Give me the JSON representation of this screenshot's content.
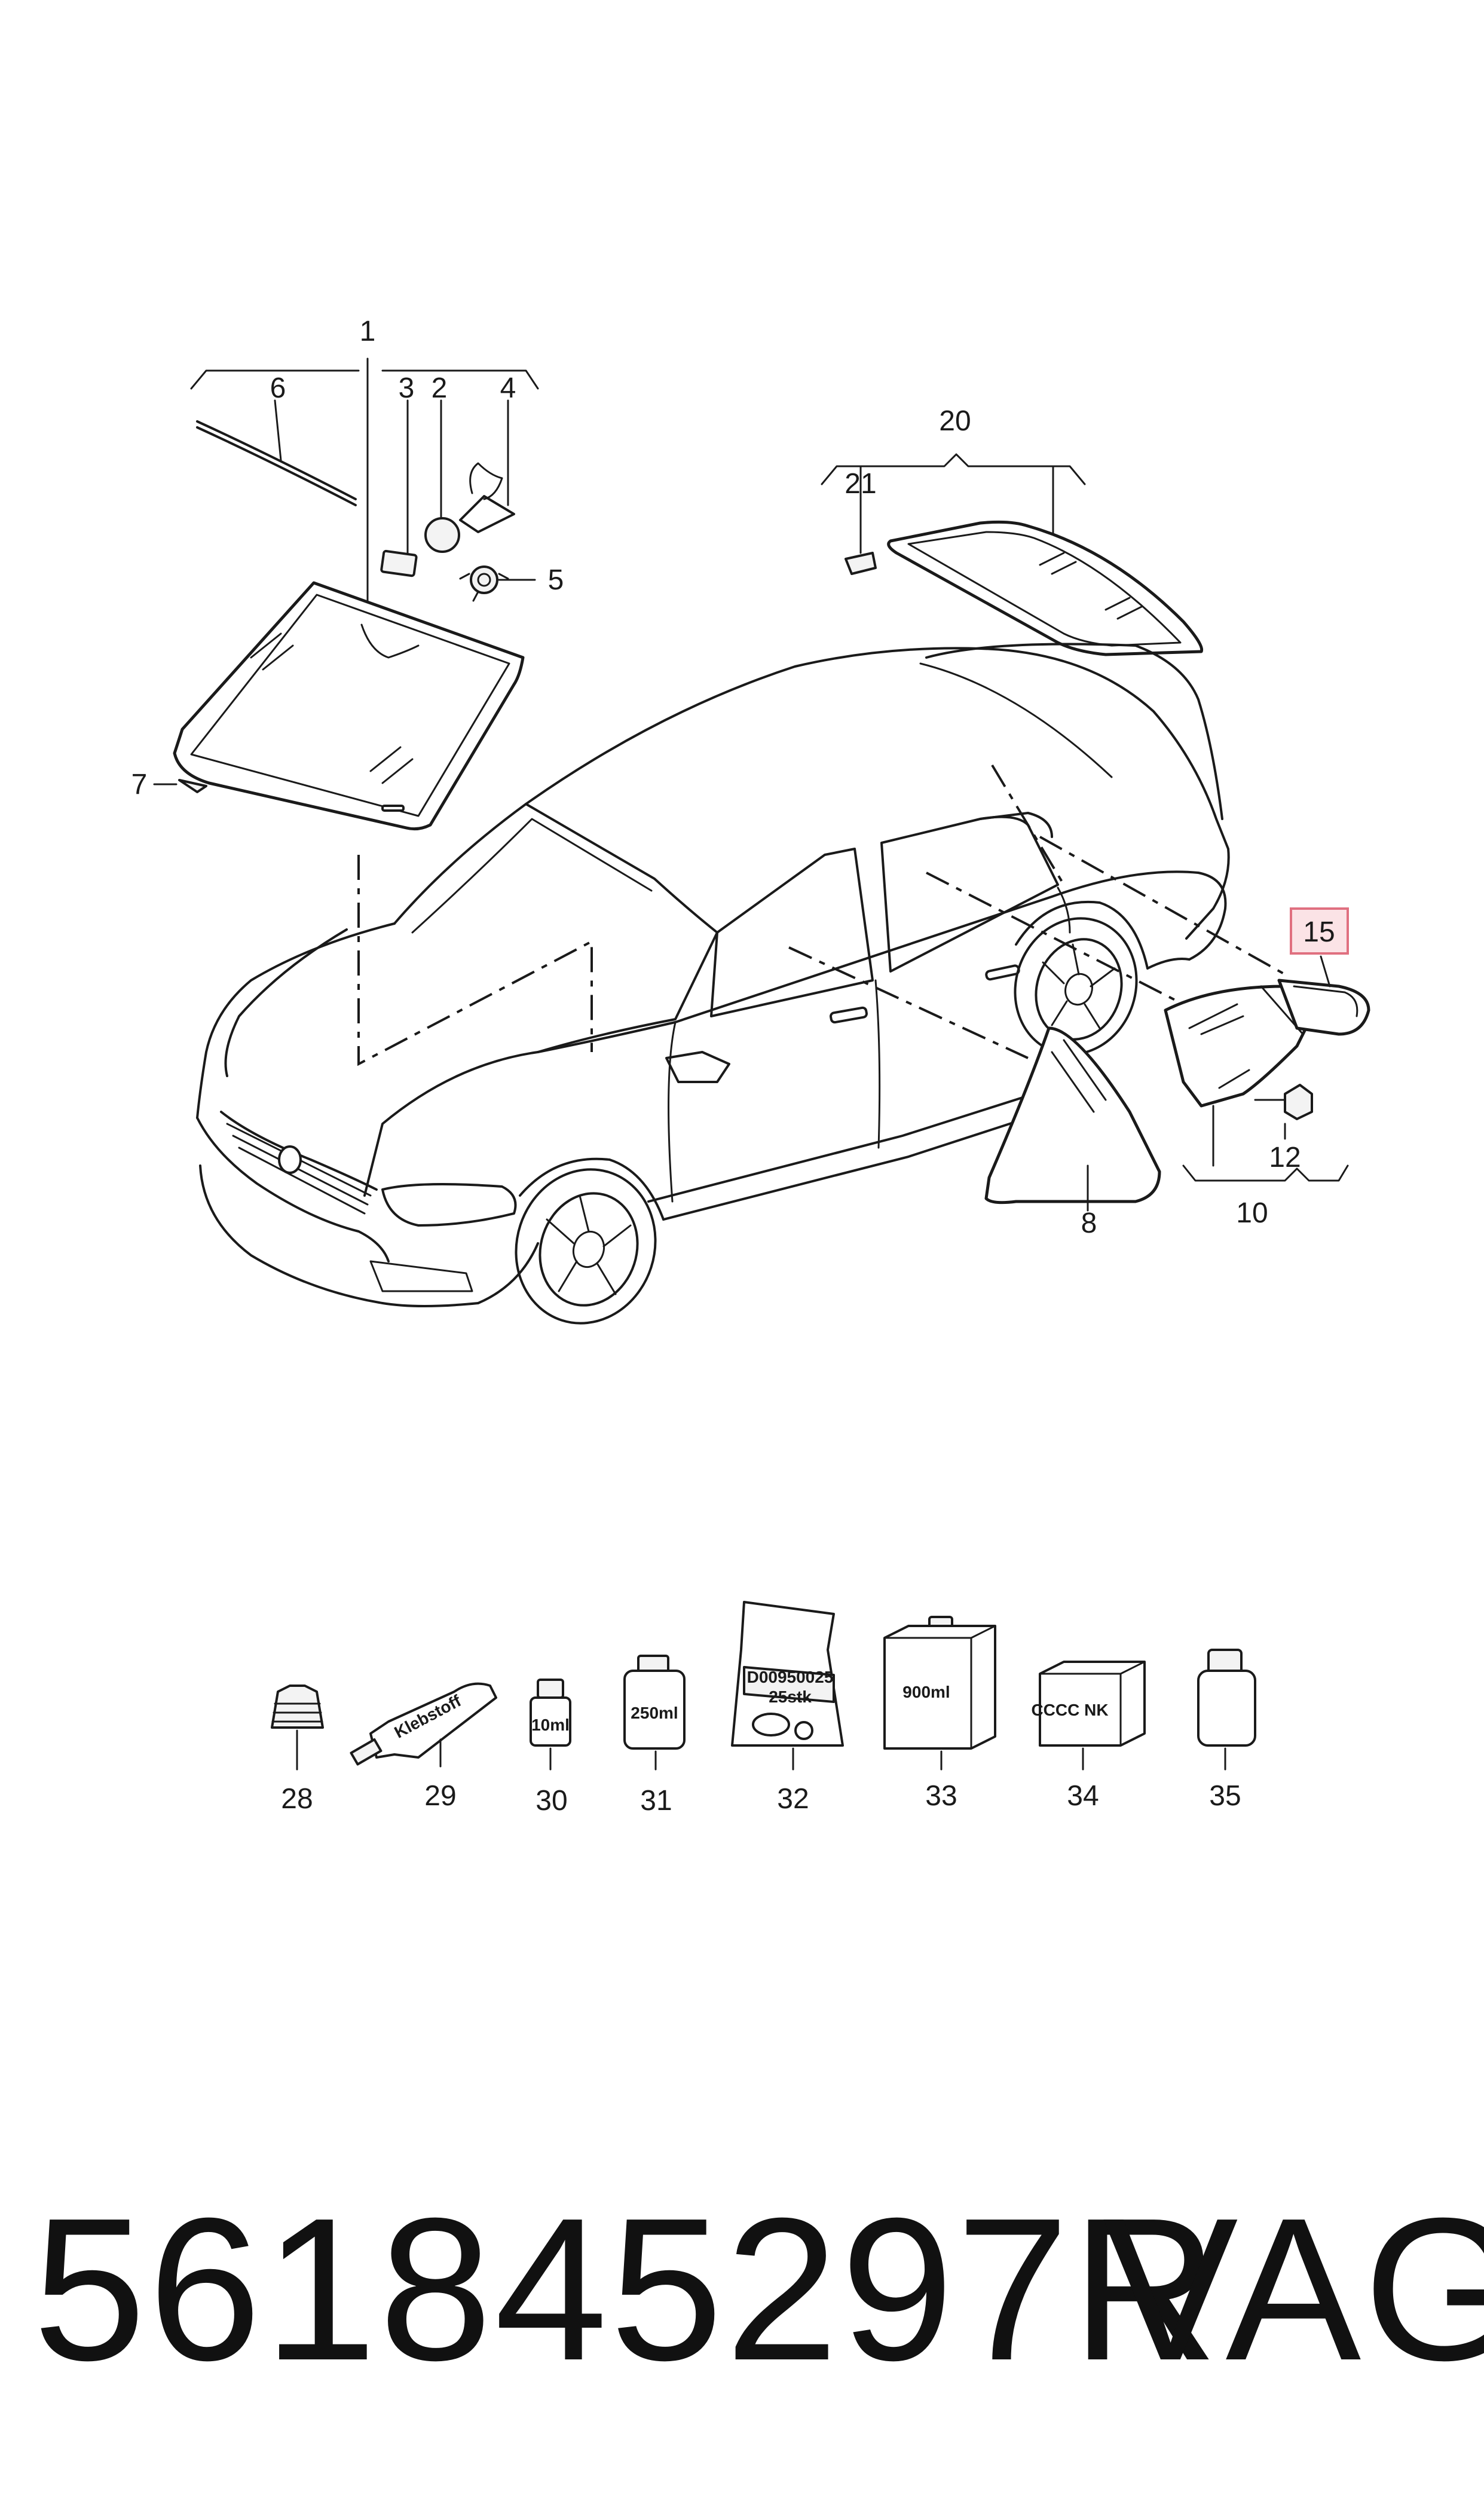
{
  "callouts": {
    "c1": "1",
    "c2": "2",
    "c3": "3",
    "c4": "4",
    "c5": "5",
    "c6": "6",
    "c7": "7",
    "c8": "8",
    "c10": "10",
    "c12": "12",
    "c15": "15",
    "c20": "20",
    "c21": "21",
    "c28": "28",
    "c29": "29",
    "c30": "30",
    "c31": "31",
    "c32": "32",
    "c33": "33",
    "c34": "34",
    "c35": "35"
  },
  "item_labels": {
    "tube": "Klebstoff",
    "bottle_small": "10ml",
    "can": "250ml",
    "bag": "D00950025",
    "bag_qty": "25stk",
    "canister": "900ml",
    "box": "CCCC NK"
  },
  "footer": {
    "part_number": "561845297R",
    "brand": "VAG"
  },
  "colors": {
    "highlight_box": "#e07080",
    "highlight_fill": "#fbe3e6",
    "line": "#1a1a1a"
  }
}
